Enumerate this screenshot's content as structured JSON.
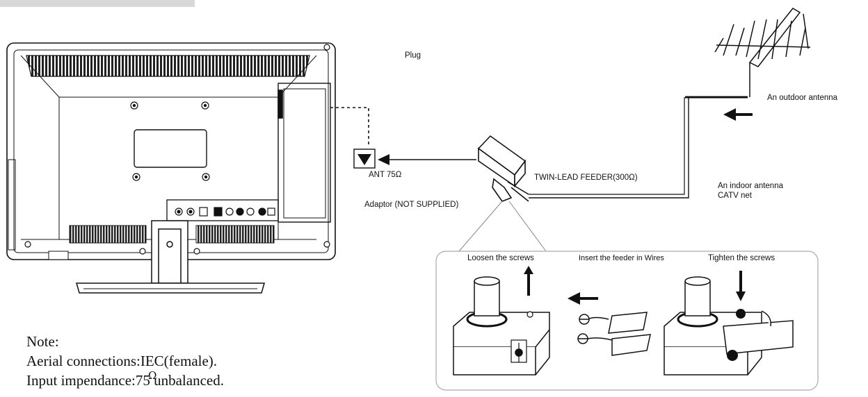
{
  "labels": {
    "plug": "Plug",
    "outdoor_antenna": "An outdoor antenna",
    "indoor_antenna": "An indoor antenna",
    "catv": "CATV net",
    "ant": "ANT 75Ω",
    "feeder": "TWIN-LEAD FEEDER(300Ω)",
    "adaptor": "Adaptor  (NOT SUPPLIED)",
    "loosen": "Loosen the screws",
    "insert": "Insert the feeder in Wires",
    "tighten": "Tighten the screws"
  },
  "note": {
    "title": "Note:",
    "line1": "Aerial connections:IEC(female).",
    "line2": "Input impendance:75    unbalanced.",
    "omega": "Ω"
  },
  "colors": {
    "ink": "#111111",
    "vent": "#222222",
    "panel": "#ffffff"
  }
}
